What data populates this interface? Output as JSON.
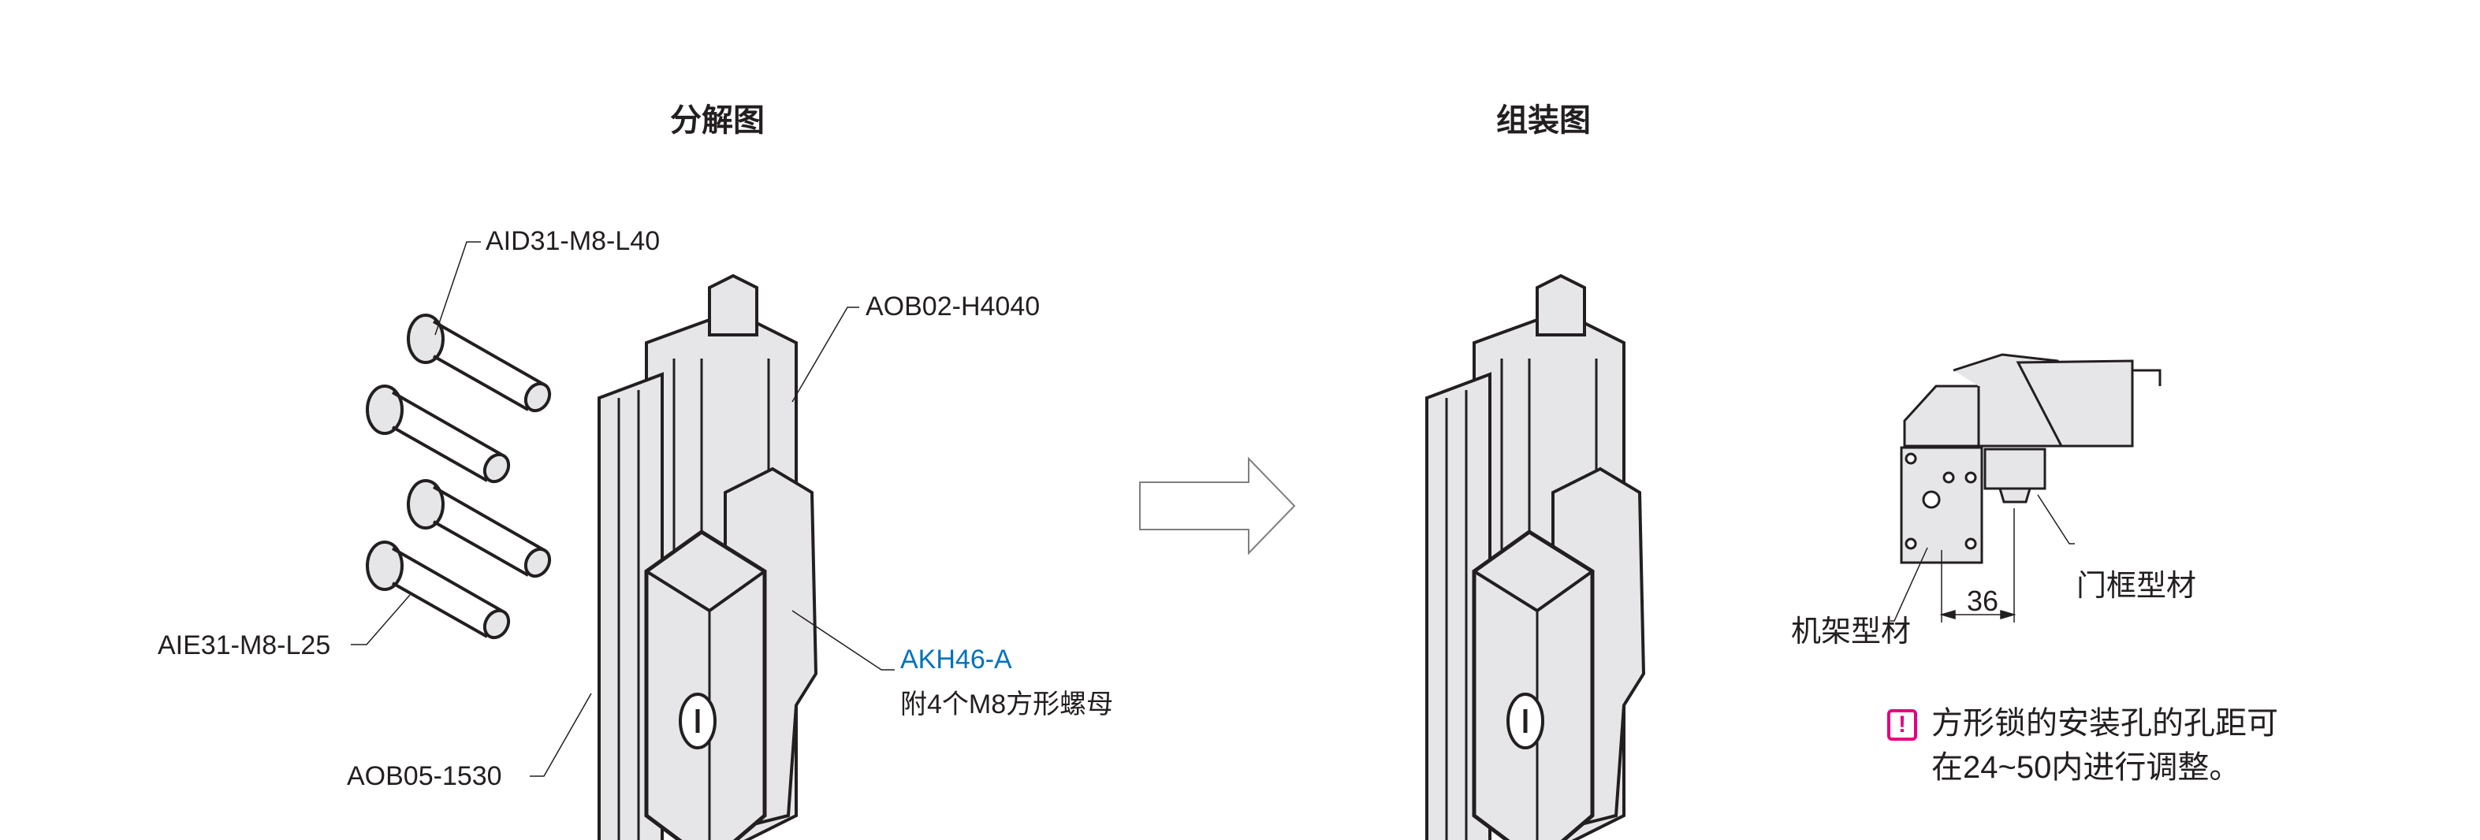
{
  "titles": {
    "exploded": "分解图",
    "assembled": "组装图"
  },
  "labels": {
    "bolt_long": "AID31-M8-L40",
    "bolt_short": "AIE31-M8-L25",
    "profile_main": "AOB02-H4040",
    "profile_door": "AOB05-1530",
    "lock_part": "AKH46-A",
    "lock_note": "附4个M8方形螺母"
  },
  "detail": {
    "frame_profile": "机架型材",
    "door_profile": "门框型材",
    "dimension": "36"
  },
  "note": {
    "icon": "exclamation-icon",
    "line1": "方形锁的安装孔的孔距可",
    "line2": "在24~50内进行调整。"
  },
  "colors": {
    "accent": "#0072bc",
    "warning": "#e4007f",
    "fill": "#e6e6e8",
    "line": "#231f20"
  }
}
